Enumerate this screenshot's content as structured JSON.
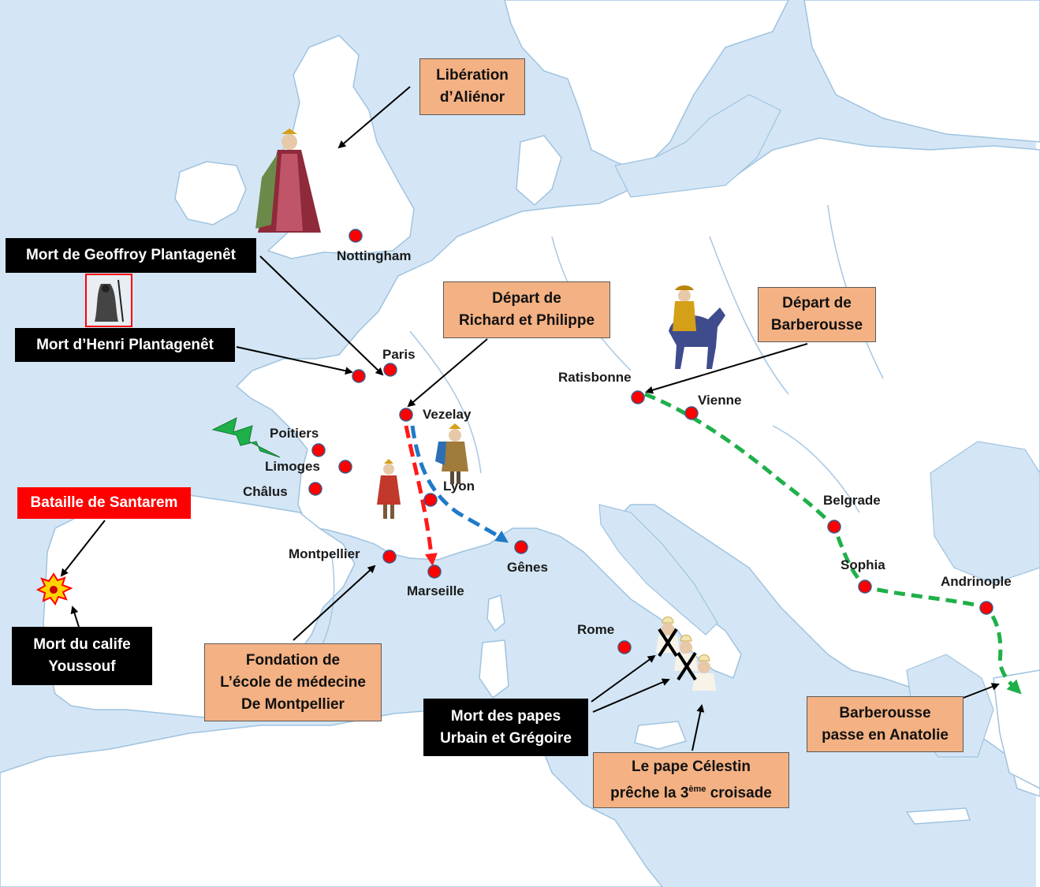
{
  "cities": [
    {
      "id": "nottingham",
      "label": "Nottingham"
    },
    {
      "id": "paris",
      "label": "Paris"
    },
    {
      "id": "vezelay",
      "label": "Vezelay"
    },
    {
      "id": "poitiers",
      "label": "Poitiers"
    },
    {
      "id": "limoges",
      "label": "Limoges"
    },
    {
      "id": "chalus",
      "label": "Châlus"
    },
    {
      "id": "lyon",
      "label": "Lyon"
    },
    {
      "id": "montpellier",
      "label": "Montpellier"
    },
    {
      "id": "marseille",
      "label": "Marseille"
    },
    {
      "id": "genes",
      "label": "Gênes"
    },
    {
      "id": "rome",
      "label": "Rome"
    },
    {
      "id": "ratisbonne",
      "label": "Ratisbonne"
    },
    {
      "id": "vienne",
      "label": "Vienne"
    },
    {
      "id": "belgrade",
      "label": "Belgrade"
    },
    {
      "id": "sophia",
      "label": "Sophia"
    },
    {
      "id": "andrinople",
      "label": "Andrinople"
    }
  ],
  "events": {
    "liberation": {
      "line1": "Libération",
      "line2": "d’Aliénor"
    },
    "geoffroy": {
      "line1": "Mort de Geoffroy Plantagenêt"
    },
    "henri": {
      "line1": "Mort d’Henri Plantagenêt"
    },
    "depart_rp": {
      "line1": "Départ de",
      "line2": "Richard et Philippe"
    },
    "depart_barb": {
      "line1": "Départ de",
      "line2": "Barberousse"
    },
    "santarem": {
      "line1": "Bataille de Santarem"
    },
    "youssouf": {
      "line1": "Mort  du calife",
      "line2": "Youssouf"
    },
    "fondation": {
      "line1": "Fondation de",
      "line2": "L’école de médecine",
      "line3": "De Montpellier"
    },
    "papes": {
      "line1": "Mort  des papes",
      "line2": "Urbain et Grégoire"
    },
    "celestin": {
      "line1": "Le pape Célestin",
      "line2_a": "prêche la 3",
      "line2_sup": "ème",
      "line2_b": " croisade"
    },
    "anatolie": {
      "line1": "Barberousse",
      "line2": "passe en Anatolie"
    }
  },
  "colors": {
    "sea": "#d4e6f5",
    "land": "#ffffff",
    "city_dot": "#ff0000",
    "route_richard": "#ff1a1a",
    "route_philippe": "#1f7ac9",
    "route_barberousse": "#1fb04a",
    "box_orange": "#f4b183",
    "box_black": "#000000",
    "box_red": "#ff0000"
  },
  "icons": [
    "eleanor-figure-icon",
    "grim-reaper-icon",
    "lightning-bolt-icon",
    "king-richard-icon",
    "king-philippe-icon",
    "barbarossa-horseman-icon",
    "pope-icon",
    "explosion-icon",
    "cross-mark-icon"
  ]
}
